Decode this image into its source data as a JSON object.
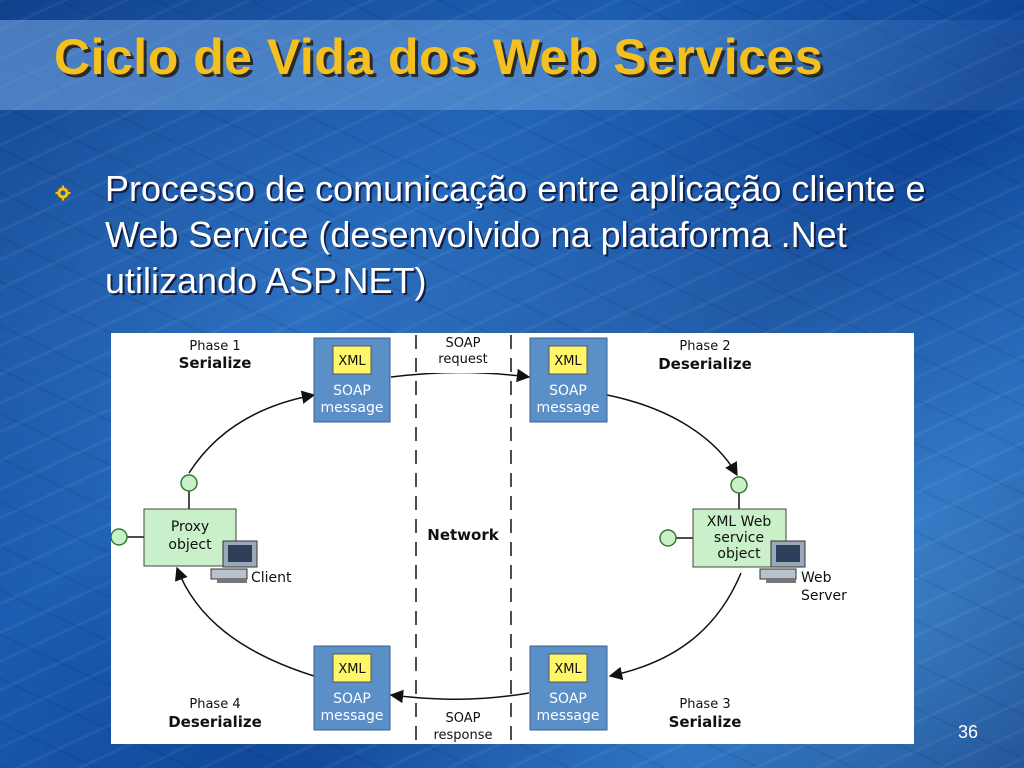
{
  "slide": {
    "title": "Ciclo de Vida dos Web Services",
    "bullet": "Processo de comunicação entre aplicação cliente e Web Service (desenvolvido na plataforma .Net utilizando ASP.NET)",
    "slide_number": "36"
  },
  "diagram": {
    "phases": [
      {
        "number": "Phase 1",
        "name": "Serialize"
      },
      {
        "number": "Phase 2",
        "name": "Deserialize"
      },
      {
        "number": "Phase 3",
        "name": "Serialize"
      },
      {
        "number": "Phase 4",
        "name": "Deserialize"
      }
    ],
    "message_box": {
      "xml_label": "XML",
      "soap_line1": "SOAP",
      "soap_line2": "message"
    },
    "soap_request": {
      "line1": "SOAP",
      "line2": "request"
    },
    "soap_response": {
      "line1": "SOAP",
      "line2": "response"
    },
    "network_label": "Network",
    "proxy_object": {
      "line1": "Proxy",
      "line2": "object"
    },
    "web_service_object": {
      "line1": "XML Web",
      "line2": "service",
      "line3": "object"
    },
    "client_label": "Client",
    "server_label": {
      "line1": "Web",
      "line2": "Server"
    },
    "colors": {
      "message_box": "#5b8fc7",
      "xml_label_bg": "#fff66a",
      "object_box": "#c9f0c9",
      "title": "#f4c020"
    }
  }
}
